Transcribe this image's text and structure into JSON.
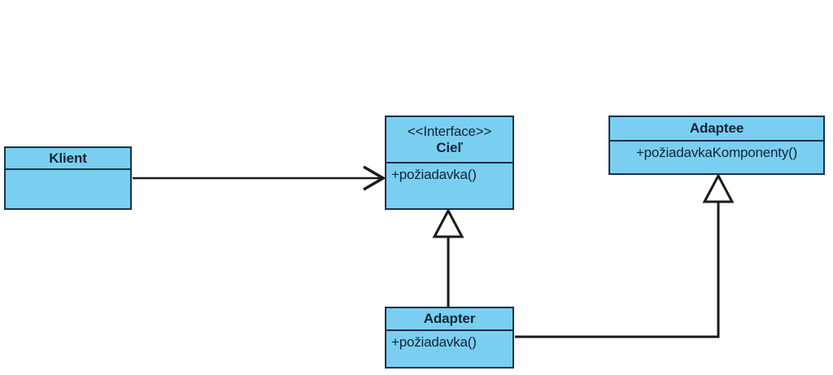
{
  "diagram": {
    "title": "Adapter design pattern UML class diagram",
    "type": "uml-class-diagram",
    "background_color": "#ffffff",
    "node_fill_color": "#7ACFF0",
    "node_border_color": "#1b2f4a",
    "text_color": "#132237",
    "line_color": "#1a1a1a"
  },
  "classes": {
    "klient": {
      "name": "Klient",
      "stereotype": "",
      "members": []
    },
    "ciel": {
      "name": "Cieľ",
      "stereotype": "<<Interface>>",
      "members": [
        "+požiadavka()"
      ]
    },
    "adaptee": {
      "name": "Adaptee",
      "stereotype": "",
      "members": [
        "+požiadavkaKomponenty()"
      ]
    },
    "adapter": {
      "name": "Adapter",
      "stereotype": "",
      "members": [
        "+požiadavka()"
      ]
    }
  },
  "relationships": [
    {
      "id": "klient-to-ciel",
      "from": "Klient",
      "to": "Cieľ",
      "type": "association",
      "arrow": "open-arrow"
    },
    {
      "id": "adapter-to-ciel",
      "from": "Adapter",
      "to": "Cieľ",
      "type": "generalization",
      "arrow": "hollow-triangle"
    },
    {
      "id": "adapter-to-adaptee",
      "from": "Adapter",
      "to": "Adaptee",
      "type": "generalization",
      "arrow": "hollow-triangle"
    }
  ]
}
